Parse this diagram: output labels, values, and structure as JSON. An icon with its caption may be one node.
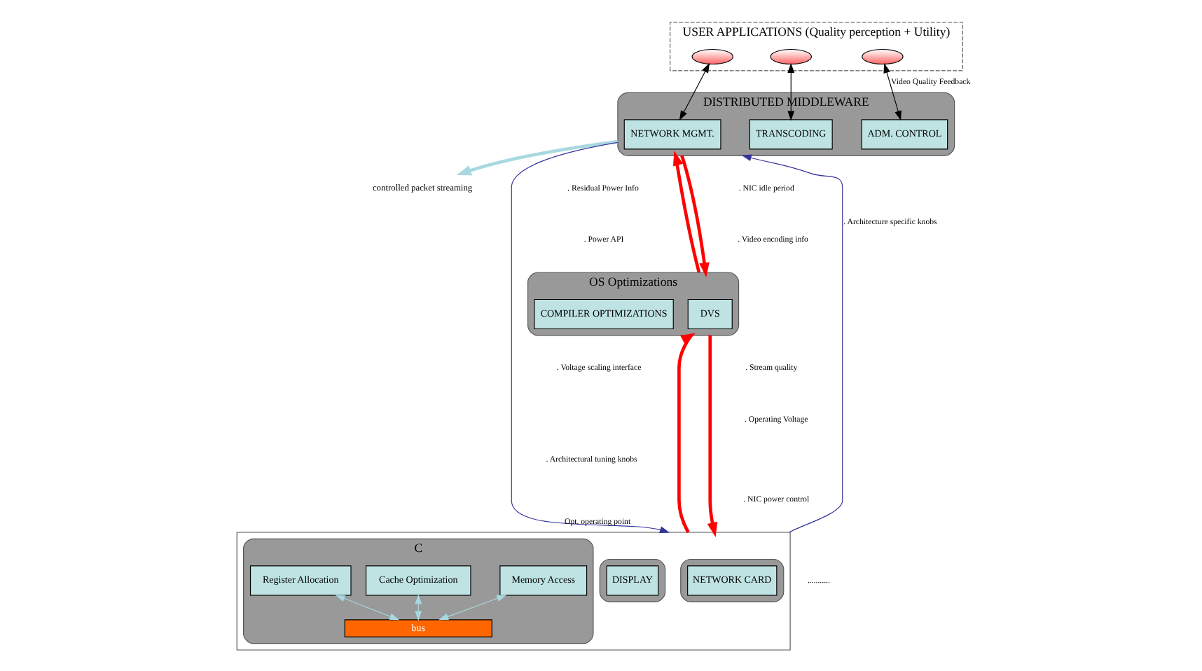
{
  "diagram": {
    "nodes": [
      {
        "text": [
          "USER APPLICATIONS (Quality perception + Utility)"
        ]
      },
      {
        "text": [],
        "shape": "ellipse",
        "in": 0
      },
      {
        "text": [],
        "shape": "ellipse",
        "in": 0
      },
      {
        "text": [],
        "shape": "ellipse",
        "in": 0
      },
      {
        "text": [
          "DISTRIBUTED MIDDLEWARE"
        ]
      },
      {
        "text": [
          "NETWORK MGMT."
        ],
        "in": 4
      },
      {
        "text": [
          "TRANSCODING"
        ],
        "in": 4
      },
      {
        "text": [
          "ADM. CONTROL"
        ],
        "in": 4
      },
      {
        "text": [
          "controlled packet streaming"
        ]
      },
      {
        "text": [
          "OS Optimizations"
        ]
      },
      {
        "text": [
          "DVS"
        ],
        "in": 9
      },
      {
        "text": [
          "COMPILER OPTIMIZATIONS"
        ],
        "in": 9
      },
      {
        "text": [],
        "shape": "box"
      },
      {
        "text": [],
        "shape": "box",
        "in": 12
      },
      {
        "text": [
          "NETWORK CARD"
        ],
        "in": 13
      },
      {
        "text": [],
        "shape": "box",
        "in": 12
      },
      {
        "text": [
          "DISPLAY"
        ],
        "in": 15
      },
      {
        "text": [
          "C"
        ],
        "in": 12
      },
      {
        "text": [
          "Cache Optimization"
        ],
        "in": 17
      },
      {
        "text": [
          "Memory Access"
        ],
        "in": 17
      },
      {
        "text": [
          "Register Allocation"
        ],
        "in": 17
      },
      {
        "text": [
          "bus"
        ],
        "in": 17
      }
    ],
    "edges": [
      {
        "from": 1,
        "to": 5,
        "arrow": "both",
        "color": "#000000"
      },
      {
        "from": 2,
        "to": 6,
        "arrow": "both",
        "color": "#000000"
      },
      {
        "from": 3,
        "to": 7,
        "arrow": "both",
        "label": "Video Quality Feedback",
        "color": "#000000"
      },
      {
        "from": 4,
        "to": 8,
        "arrow": "to",
        "style": "thick",
        "color": "#a8d8e0"
      },
      {
        "from": 4,
        "to": 9,
        "arrow": "to",
        "style": "thick",
        "color": "#ff0000"
      },
      {
        "from": 9,
        "to": 4,
        "arrow": "to",
        "style": "thick",
        "color": "#ff0000"
      },
      {
        "from": 9,
        "to": 12,
        "arrow": "to",
        "style": "thick",
        "color": "#ff0000"
      },
      {
        "from": 12,
        "to": 9,
        "arrow": "to",
        "style": "thick",
        "color": "#ff0000"
      },
      {
        "from": 4,
        "to": 12,
        "arrow": "to",
        "label": "Opt. operating point",
        "color": "#333399"
      },
      {
        "from": 12,
        "to": 4,
        "arrow": "to",
        "label": ". Architecture specific knobs",
        "color": "#333399"
      },
      {
        "from": 18,
        "to": 21,
        "arrow": "both",
        "color": "#a8d8e0"
      },
      {
        "from": 19,
        "to": 21,
        "arrow": "both",
        "color": "#a8d8e0"
      },
      {
        "from": 20,
        "to": 21,
        "arrow": "both",
        "color": "#a8d8e0"
      }
    ],
    "labels": [
      ". NIC idle period",
      ". Video encoding info",
      ". Residual Power Info",
      ". Power API",
      ". Stream quality",
      ". Operating Voltage",
      ". NIC power control",
      ". Voltage scaling interface",
      ". Architectural tuning knobs",
      "..........."
    ]
  }
}
